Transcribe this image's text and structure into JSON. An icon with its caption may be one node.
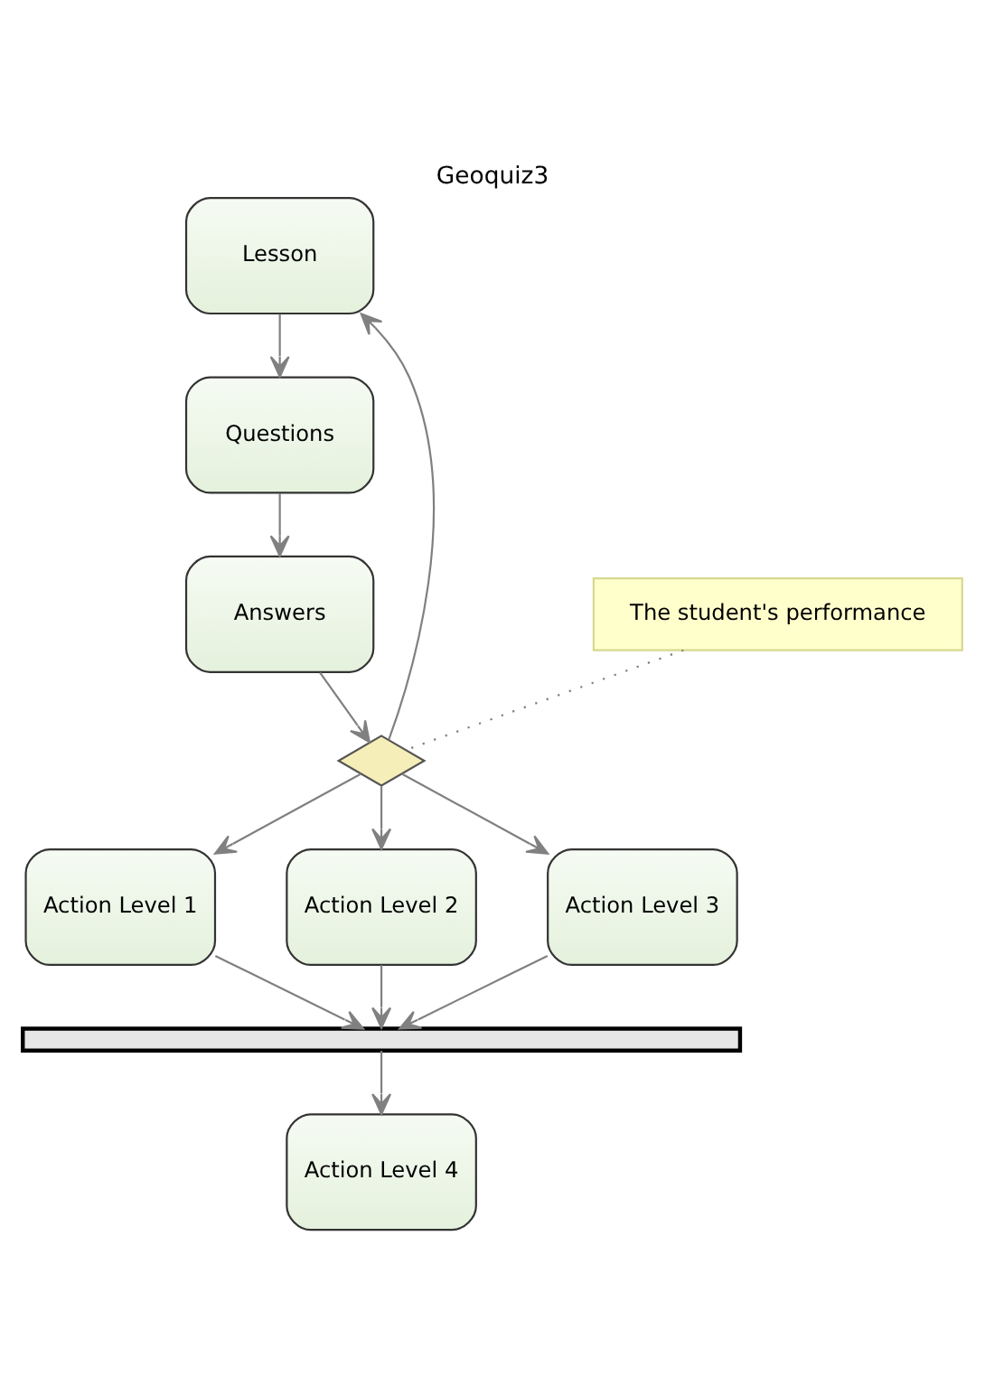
{
  "diagram": {
    "title": "Geoquiz3",
    "nodes": [
      {
        "text": [
          "Lesson"
        ]
      },
      {
        "text": [
          "Questions"
        ]
      },
      {
        "text": [
          "Answers"
        ]
      },
      {
        "text": [
          "The student's performance"
        ]
      },
      {
        "text": [],
        "shape": "diamond"
      },
      {
        "text": [
          "Action Level 1"
        ]
      },
      {
        "text": [
          "Action Level 2"
        ]
      },
      {
        "text": [
          "Action Level 3"
        ]
      },
      {
        "text": [],
        "shape": "bar"
      },
      {
        "text": [
          "Action Level 4"
        ]
      }
    ],
    "edges": [
      {
        "from": 0,
        "to": 1,
        "arrow": "to"
      },
      {
        "from": 1,
        "to": 2,
        "arrow": "to"
      },
      {
        "from": 2,
        "to": 4,
        "arrow": "to"
      },
      {
        "from": 4,
        "to": 0,
        "arrow": "to"
      },
      {
        "from": 3,
        "to": 4,
        "arrow": "none",
        "style": "dashed"
      },
      {
        "from": 4,
        "to": 5,
        "arrow": "to"
      },
      {
        "from": 4,
        "to": 6,
        "arrow": "to"
      },
      {
        "from": 4,
        "to": 7,
        "arrow": "to"
      },
      {
        "from": 5,
        "to": 8,
        "arrow": "to"
      },
      {
        "from": 6,
        "to": 8,
        "arrow": "to"
      },
      {
        "from": 7,
        "to": 8,
        "arrow": "to"
      },
      {
        "from": 8,
        "to": 9,
        "arrow": "to"
      }
    ]
  }
}
